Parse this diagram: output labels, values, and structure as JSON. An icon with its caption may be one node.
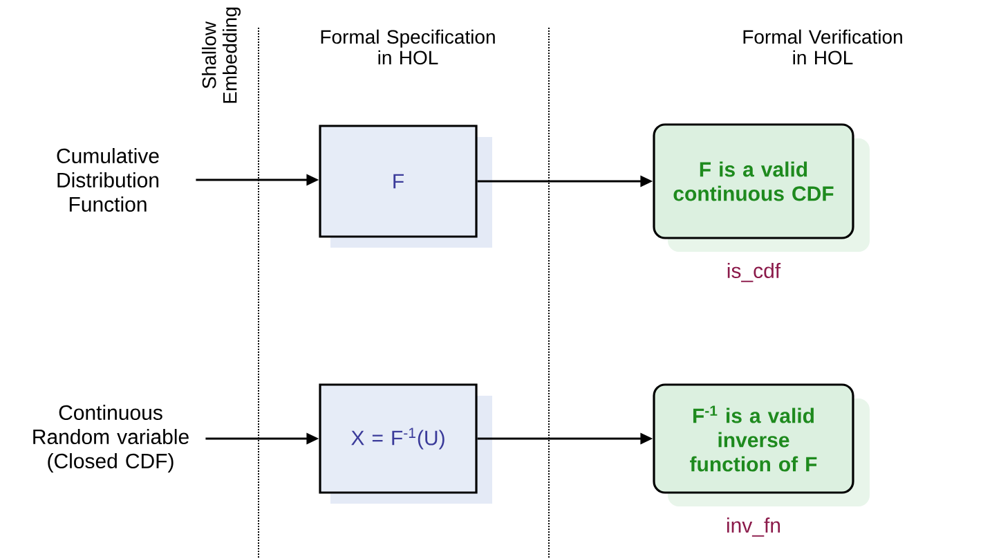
{
  "diagram": {
    "nodes": [
      {
        "text": [
          "Cumulative Distribution Function"
        ]
      },
      {
        "text": [
          "F"
        ]
      },
      {
        "text": [
          "F is a valid continuous CDF"
        ],
        "beside": [
          "is_cdf"
        ]
      },
      {
        "text": [
          "Continuous Random variable (Closed CDF)"
        ]
      },
      {
        "text": [
          "X = F$^{-1}$(U)"
        ]
      },
      {
        "text": [
          "F$^{-1}$ is a valid inverse function of F"
        ],
        "beside": [
          "inv_fn"
        ]
      }
    ],
    "edges": [
      {
        "from": 0,
        "to": 1,
        "arrow": "to"
      },
      {
        "from": 1,
        "to": 2,
        "arrow": "to"
      },
      {
        "from": 3,
        "to": 4,
        "arrow": "to"
      },
      {
        "from": 4,
        "to": 5,
        "arrow": "to"
      }
    ],
    "labels": [
      "Shallow Embedding",
      "Formal Specification in HOL",
      "Formal Verification in HOL"
    ]
  }
}
